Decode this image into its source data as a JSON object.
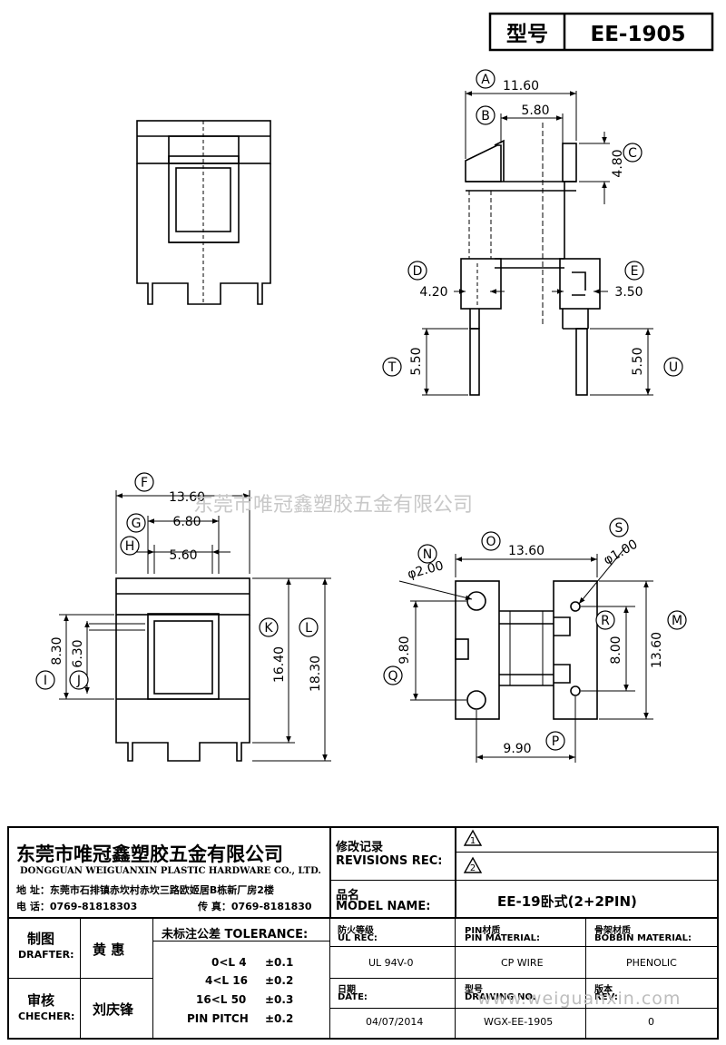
{
  "header": {
    "model_label": "型号",
    "model_value": "EE-1905"
  },
  "watermark": {
    "cn": "东莞市唯冠鑫塑胶五金有限公司",
    "url": "www.weiguanxin.com"
  },
  "callouts": {
    "A": "A",
    "B": "B",
    "C": "C",
    "D": "D",
    "E": "E",
    "T": "T",
    "U": "U",
    "F": "F",
    "G": "G",
    "H": "H",
    "K": "K",
    "L": "L",
    "I": "I",
    "J": "J",
    "N": "N",
    "O": "O",
    "S": "S",
    "R": "R",
    "M": "M",
    "Q": "Q",
    "P": "P"
  },
  "dimensions": {
    "A": "11.60",
    "B": "5.80",
    "C": "4.80",
    "D": "4.20",
    "E": "3.50",
    "T": "5.50",
    "U": "5.50",
    "F": "13.60",
    "G": "6.80",
    "H": "5.60",
    "I": "8.30",
    "J": "6.30",
    "K": "16.40",
    "L": "18.30",
    "N": "φ2.00",
    "O": "13.60",
    "S": "φ1.00",
    "R": "8.00",
    "M": "13.60",
    "Q": "9.80",
    "P": "9.90"
  },
  "company": {
    "name_cn": "东莞市唯冠鑫塑胶五金有限公司",
    "name_en": "DONGGUAN WEIGUANXIN PLASTIC HARDWARE CO., LTD.",
    "address": "地  址：东莞市石排镇赤坎村赤坎三路欧姬居B栋新厂房2楼",
    "phone": "电  话：0769-81818303",
    "fax": "传  真：0769-8181830"
  },
  "revisions": {
    "label_cn": "修改记录",
    "label_en": "REVISIONS REC:",
    "rev1": "1",
    "rev2": "2"
  },
  "model": {
    "label_cn": "品名",
    "label_en": "MODEL NAME:",
    "value": "EE-19卧式(2+2PIN)"
  },
  "drafter": {
    "label_cn": "制图",
    "label_en": "DRAFTER:",
    "name": "黄  惠"
  },
  "checker": {
    "label_cn": "审核",
    "label_en": "CHECHER:",
    "name": "刘庆锋"
  },
  "tolerance": {
    "label": "未标注公差 TOLERANCE:",
    "rows": [
      {
        "range": "0<L   4",
        "tol": "±0.1"
      },
      {
        "range": "4<L   16",
        "tol": "±0.2"
      },
      {
        "range": "16<L   50",
        "tol": "±0.3"
      },
      {
        "range": "PIN PITCH",
        "tol": "±0.2"
      }
    ]
  },
  "ul": {
    "label_cn": "防火等级",
    "label_en": "UL REC:",
    "value": "UL 94V-0"
  },
  "pin": {
    "label_cn": "PIN材质",
    "label_en": "PIN MATERIAL:",
    "value": "CP WIRE"
  },
  "bobbin": {
    "label_cn": "骨架材质",
    "label_en": "BOBBIN MATERIAL:",
    "value": "PHENOLIC"
  },
  "date": {
    "label_cn": "日期",
    "label_en": "DATE:",
    "value": "04/07/2014"
  },
  "drawing_no": {
    "label_cn": "型号",
    "label_en": "DRAWING NO.",
    "value": "WGX-EE-1905"
  },
  "rev": {
    "label_cn": "版本",
    "label_en": "REV:",
    "value": "0"
  }
}
